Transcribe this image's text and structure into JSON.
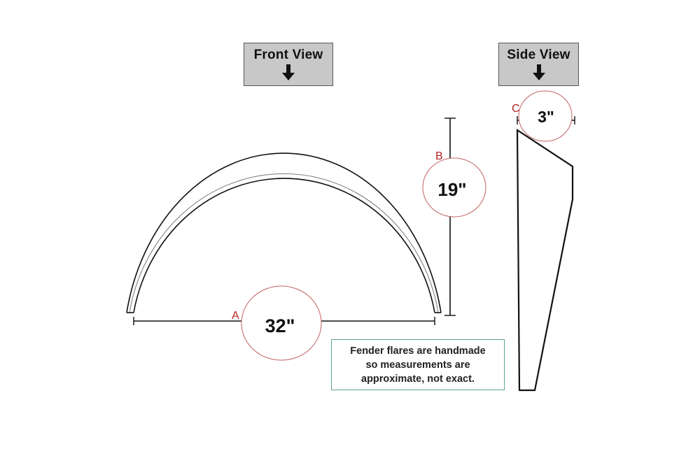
{
  "front_view": {
    "title": "Front View",
    "icon": "down-arrow-icon"
  },
  "side_view": {
    "title": "Side View",
    "icon": "down-arrow-icon"
  },
  "dimensions": {
    "a": {
      "tag": "A",
      "value": "32\""
    },
    "b": {
      "tag": "B",
      "value": "19\""
    },
    "c": {
      "tag": "C",
      "value": "3\""
    }
  },
  "note": {
    "lines": [
      "Fender flares are handmade",
      "so measurements are",
      "approximate, not exact."
    ]
  },
  "colors": {
    "tag_red": "#b22222",
    "circle_red": "#c06060",
    "note_border": "#5aa68a",
    "header_gray": "#c8c8c8"
  }
}
